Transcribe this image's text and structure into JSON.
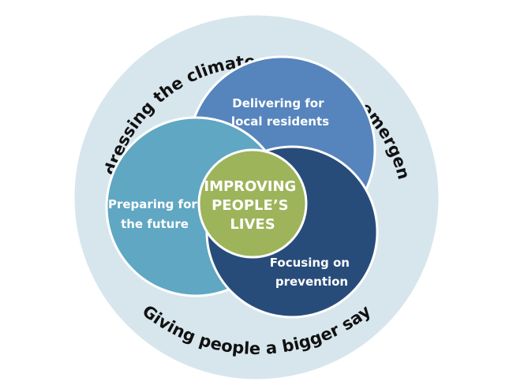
{
  "outer_ring": {
    "top_text": "Addressing the climate and nature emergency",
    "bottom_text": "Giving people a bigger say"
  },
  "circles": {
    "delivering": {
      "line1": "Delivering for",
      "line2": "local residents"
    },
    "preparing": {
      "line1": "Preparing for",
      "line2": "the future"
    },
    "focusing": {
      "line1": "Focusing on",
      "line2": "prevention"
    }
  },
  "center": {
    "line1": "IMPROVING",
    "line2": "PEOPLE’S",
    "line3": "LIVES"
  },
  "colors": {
    "outer_ring": "#d7e6ed",
    "delivering": "#5684bd",
    "preparing": "#5fa7c2",
    "focusing": "#284c7a",
    "center": "#9db45b"
  }
}
